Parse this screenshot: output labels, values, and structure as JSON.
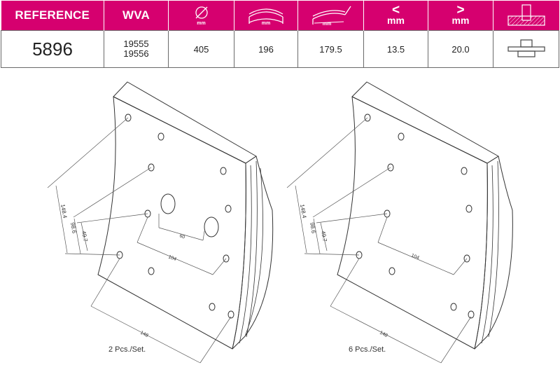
{
  "header": {
    "reference_label": "REFERENCE",
    "wva_label": "WVA",
    "diameter_unit": "mm",
    "width_unit": "mm",
    "length_unit": "mm",
    "min_thickness_symbol": "<",
    "min_thickness_unit": "mm",
    "max_thickness_symbol": ">",
    "max_thickness_unit": "mm"
  },
  "row": {
    "reference": "5896",
    "wva_1": "19555",
    "wva_2": "19556",
    "diameter": "405",
    "width": "196",
    "length": "179.5",
    "min_thickness": "13.5",
    "max_thickness": "20.0"
  },
  "left_drawing": {
    "caption": "2 Pcs./Set.",
    "dims": {
      "d148_4": "148.4",
      "d98_6": "98.6",
      "d49_7": "49.7",
      "d60": "60",
      "d104": "104",
      "d148": "148"
    }
  },
  "right_drawing": {
    "caption": "6 Pcs./Set.",
    "dims": {
      "d148_4": "148.4",
      "d98_6": "98.6",
      "d49_7": "49.7",
      "d104": "104",
      "d148": "148"
    }
  },
  "colors": {
    "header_bg": "#d6006f",
    "header_text": "#ffffff",
    "line": "#333333"
  }
}
